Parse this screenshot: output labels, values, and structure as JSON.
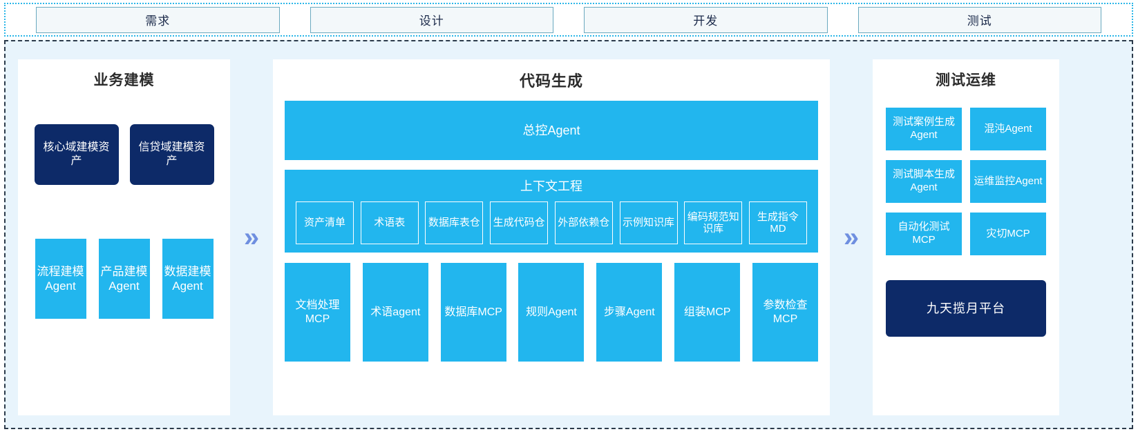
{
  "stages": {
    "items": [
      {
        "label": "需求"
      },
      {
        "label": "设计"
      },
      {
        "label": "开发"
      },
      {
        "label": "测试"
      }
    ]
  },
  "separators": {
    "chevron_glyph": "»",
    "icon_name": "double-chevron-right-icon",
    "color": "#6f8fe0"
  },
  "colors": {
    "cyan": "#22b6ee",
    "navy": "#0d2a68",
    "panel_bg": "#ffffff",
    "region_bg": "#e8f4fc",
    "stage_box_bg": "#f3f8fa",
    "stage_box_border": "#6aa9bf",
    "region_border": "#2b3a4a",
    "strip_border": "#29b6e8"
  },
  "left_panel": {
    "title": "业务建模",
    "assets": [
      {
        "label": "核心域建模资产"
      },
      {
        "label": "信贷域建模资产"
      }
    ],
    "agents": [
      {
        "label": "流程建模Agent"
      },
      {
        "label": "产品建模Agent"
      },
      {
        "label": "数据建模Agent"
      }
    ]
  },
  "center_panel": {
    "title": "代码生成",
    "master_agent": {
      "label": "总控Agent"
    },
    "context": {
      "heading": "上下文工程",
      "items": [
        {
          "label": "资产清单"
        },
        {
          "label": "术语表"
        },
        {
          "label": "数据库表仓"
        },
        {
          "label": "生成代码仓"
        },
        {
          "label": "外部依赖仓"
        },
        {
          "label": "示例知识库"
        },
        {
          "label": "编码规范知识库"
        },
        {
          "label": "生成指令MD"
        }
      ]
    },
    "tools": [
      {
        "label": "文档处理MCP"
      },
      {
        "label": "术语agent"
      },
      {
        "label": "数据库MCP"
      },
      {
        "label": "规则Agent"
      },
      {
        "label": "步骤Agent"
      },
      {
        "label": "组装MCP"
      },
      {
        "label": "参数检查MCP"
      }
    ]
  },
  "right_panel": {
    "title": "测试运维",
    "cards": [
      {
        "label": "测试案例生成Agent"
      },
      {
        "label": "混沌Agent"
      },
      {
        "label": "测试脚本生成Agent"
      },
      {
        "label": "运维监控Agent"
      },
      {
        "label": "自动化测试MCP"
      },
      {
        "label": "灾切MCP"
      }
    ],
    "platform": {
      "label": "九天揽月平台"
    }
  }
}
